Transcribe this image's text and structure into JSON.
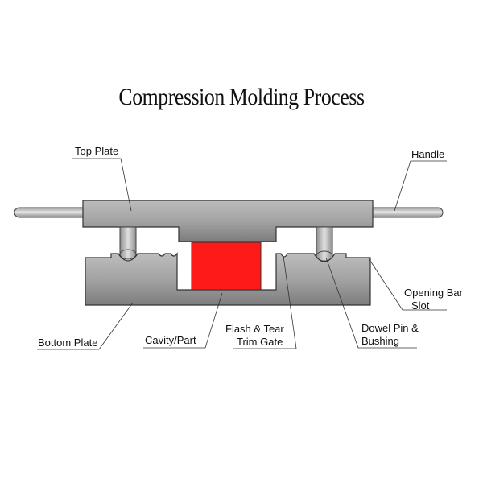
{
  "title": "Compression Molding Process",
  "labels": {
    "top_plate": "Top Plate",
    "handle": "Handle",
    "opening_bar_slot_1": "Opening Bar",
    "opening_bar_slot_2": "Slot",
    "dowel_1": "Dowel Pin &",
    "dowel_2": "Bushing",
    "flash_1": "Flash & Tear",
    "flash_2": "Trim Gate",
    "cavity_part": "Cavity/Part",
    "bottom_plate": "Bottom Plate"
  },
  "colors": {
    "part": "#ff1a1a",
    "steel_light": "#cfcfcf",
    "steel_dark": "#8a8a8a",
    "outline": "#333333"
  }
}
